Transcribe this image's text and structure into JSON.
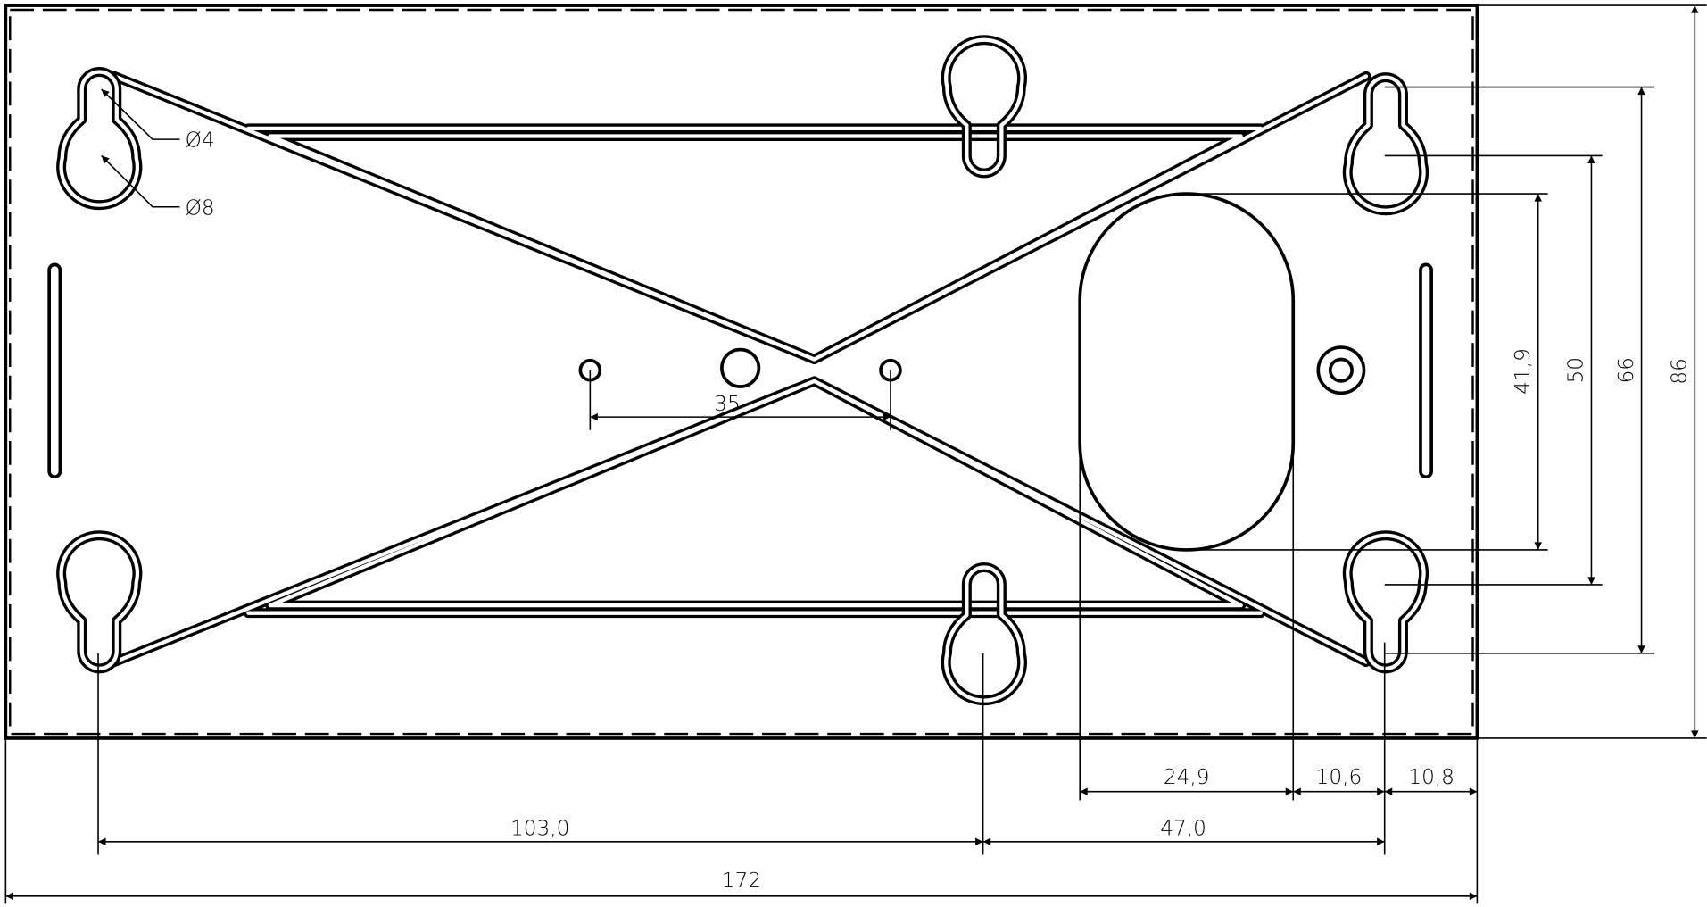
{
  "drawing": {
    "callouts": {
      "small_hole_diameter": "Ø4",
      "large_hole_diameter": "Ø8"
    },
    "dimensions": {
      "hole_spacing": "35",
      "overall_width": "172",
      "keyhole_spacing_left": "103,0",
      "keyhole_spacing_right": "47,0",
      "oval_width": "24,9",
      "oval_to_keyhole": "10,6",
      "keyhole_to_edge": "10,8",
      "oval_height": "41,9",
      "keyhole_inner_vertical": "50",
      "keyhole_outer_vertical": "66",
      "overall_height": "86"
    }
  }
}
